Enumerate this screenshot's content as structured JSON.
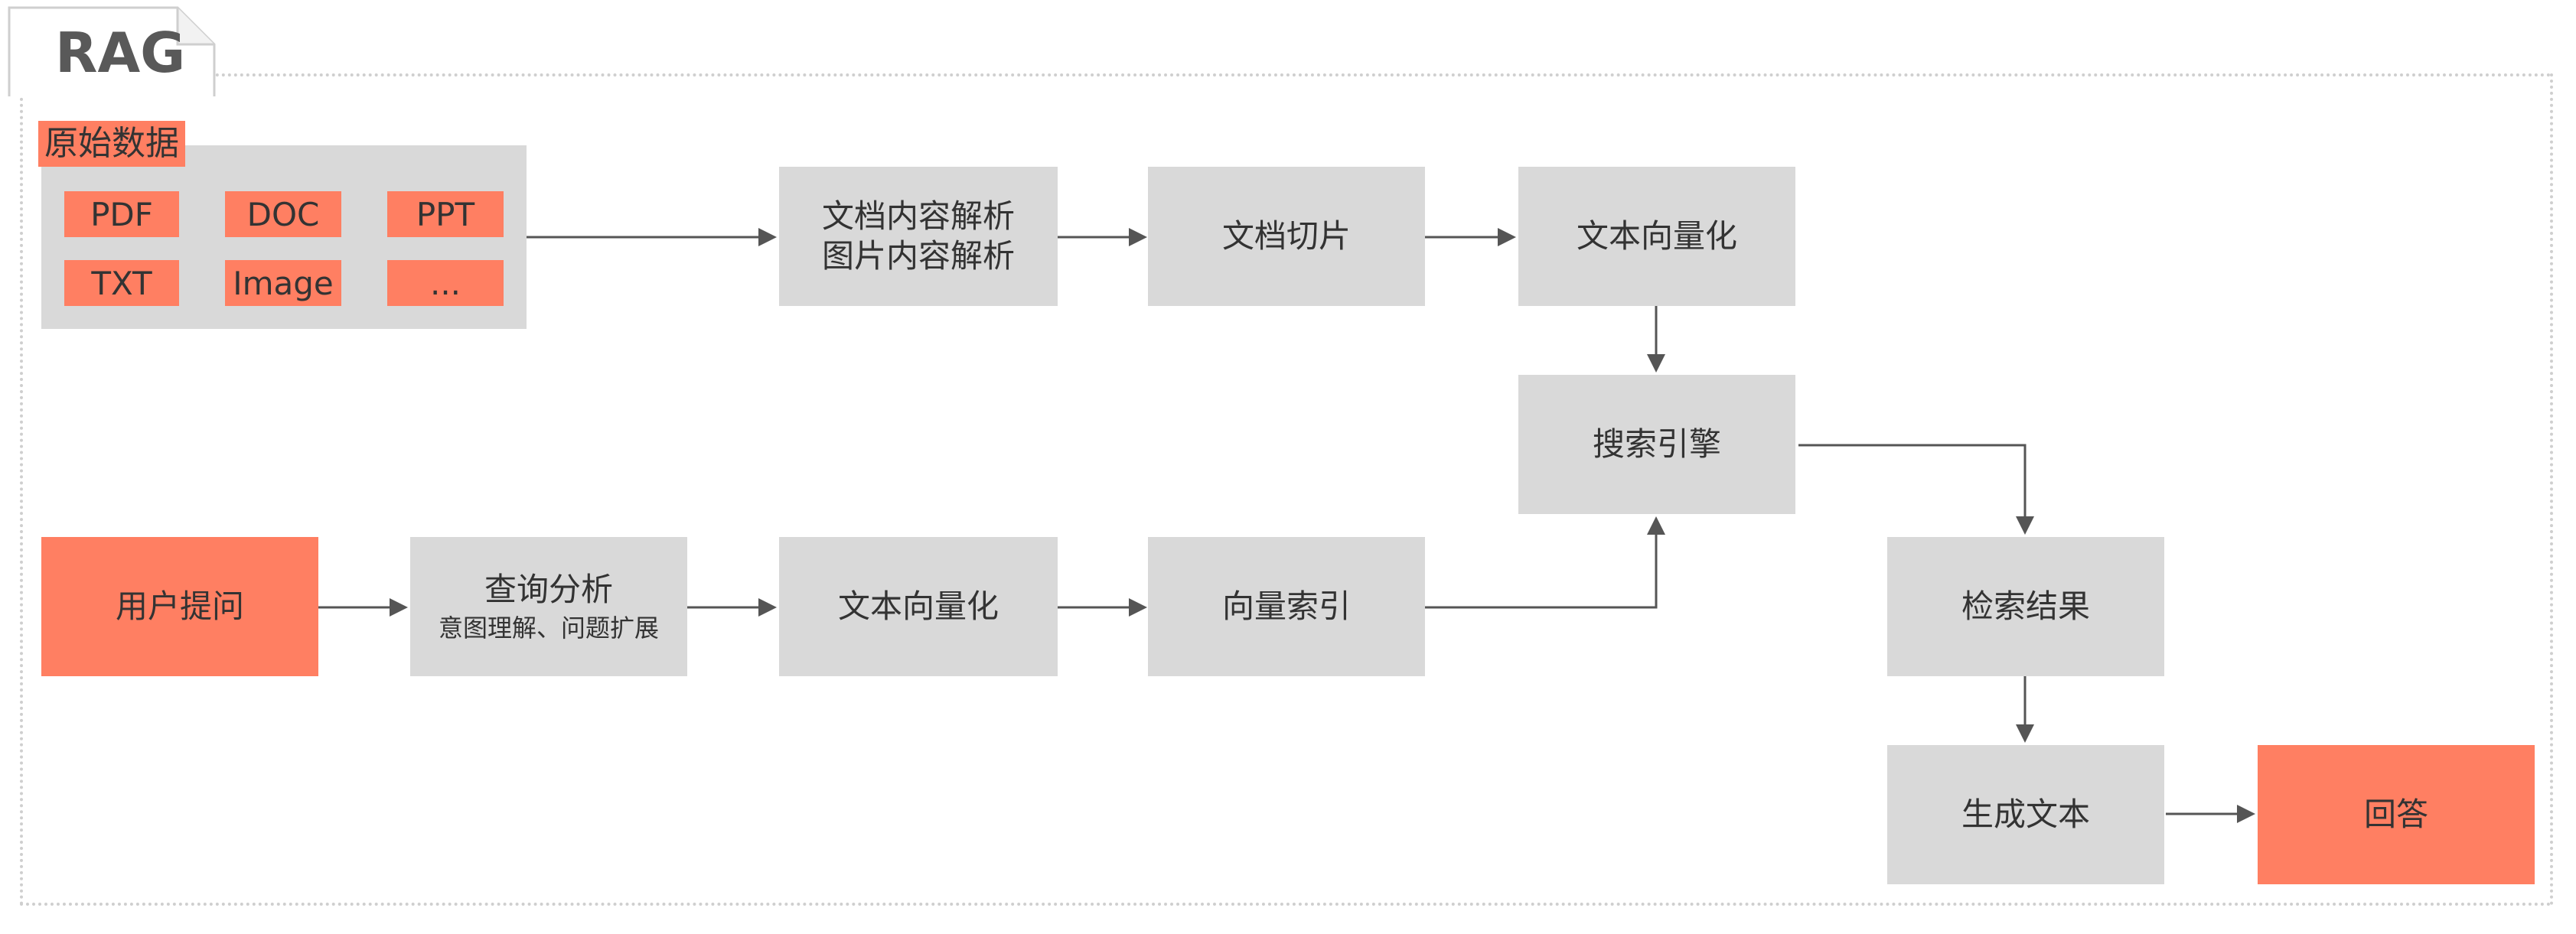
{
  "title": "RAG",
  "colors": {
    "accent": "#ff7f62",
    "box": "#d9d9d9",
    "text": "#333333",
    "arrow": "#555555",
    "border": "#cfcfcf"
  },
  "raw_data": {
    "label": "原始数据",
    "chips": [
      "PDF",
      "DOC",
      "PPT",
      "TXT",
      "Image",
      "..."
    ]
  },
  "nodes": {
    "parse": {
      "line1": "文档内容解析",
      "line2": "图片内容解析"
    },
    "chunk": "文档切片",
    "vectorize_doc": "文本向量化",
    "search_engine": "搜索引擎",
    "user_question": "用户提问",
    "query_analysis": {
      "label": "查询分析",
      "sub": "意图理解、问题扩展"
    },
    "vectorize_query": "文本向量化",
    "vector_index": "向量索引",
    "search_result": "检索结果",
    "generate_text": "生成文本",
    "answer": "回答"
  }
}
